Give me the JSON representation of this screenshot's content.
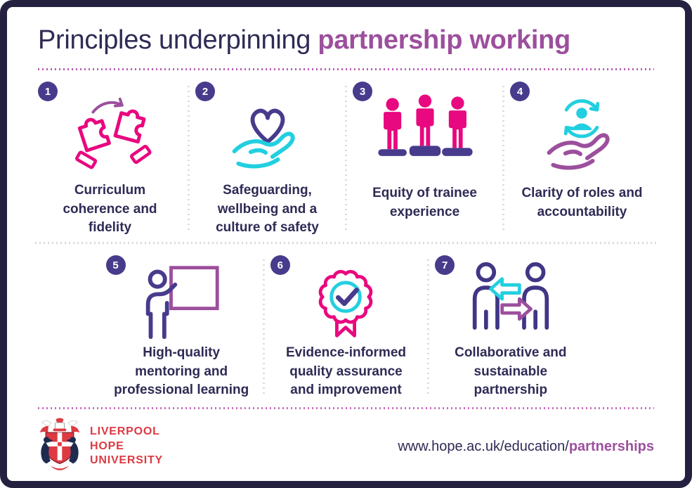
{
  "header": {
    "title_regular": "Principles underpinning ",
    "title_accent": "partnership working"
  },
  "principles": [
    {
      "number": "1",
      "label": "Curriculum coherence and fidelity",
      "icon": "puzzle-hands-icon"
    },
    {
      "number": "2",
      "label": "Safeguarding, wellbeing and a culture of safety",
      "icon": "heart-in-hand-icon"
    },
    {
      "number": "3",
      "label": "Equity of trainee experience",
      "icon": "equity-figures-icon"
    },
    {
      "number": "4",
      "label": "Clarity of roles and accountability",
      "icon": "person-in-hand-icon"
    },
    {
      "number": "5",
      "label": "High-quality mentoring and professional learning",
      "icon": "presenter-board-icon"
    },
    {
      "number": "6",
      "label": "Evidence-informed quality assurance and improvement",
      "icon": "rosette-check-icon"
    },
    {
      "number": "7",
      "label": "Collaborative and sustainable partnership",
      "icon": "people-exchange-icon"
    }
  ],
  "footer": {
    "logo_lines": [
      "LIVERPOOL",
      "HOPE",
      "UNIVERSITY"
    ],
    "url_prefix": "www.hope.ac.uk/education/",
    "url_accent": "partnerships"
  },
  "colors": {
    "navy_text": "#2e2b55",
    "border_navy": "#242140",
    "accent_purple": "#9c4f9d",
    "pink": "#e8087f",
    "cyan": "#22cfe0",
    "indigo": "#473b8c",
    "logo_red": "#dd3a43",
    "divider_grey": "#d9d9d9",
    "divider_purple": "#b75fb3"
  }
}
